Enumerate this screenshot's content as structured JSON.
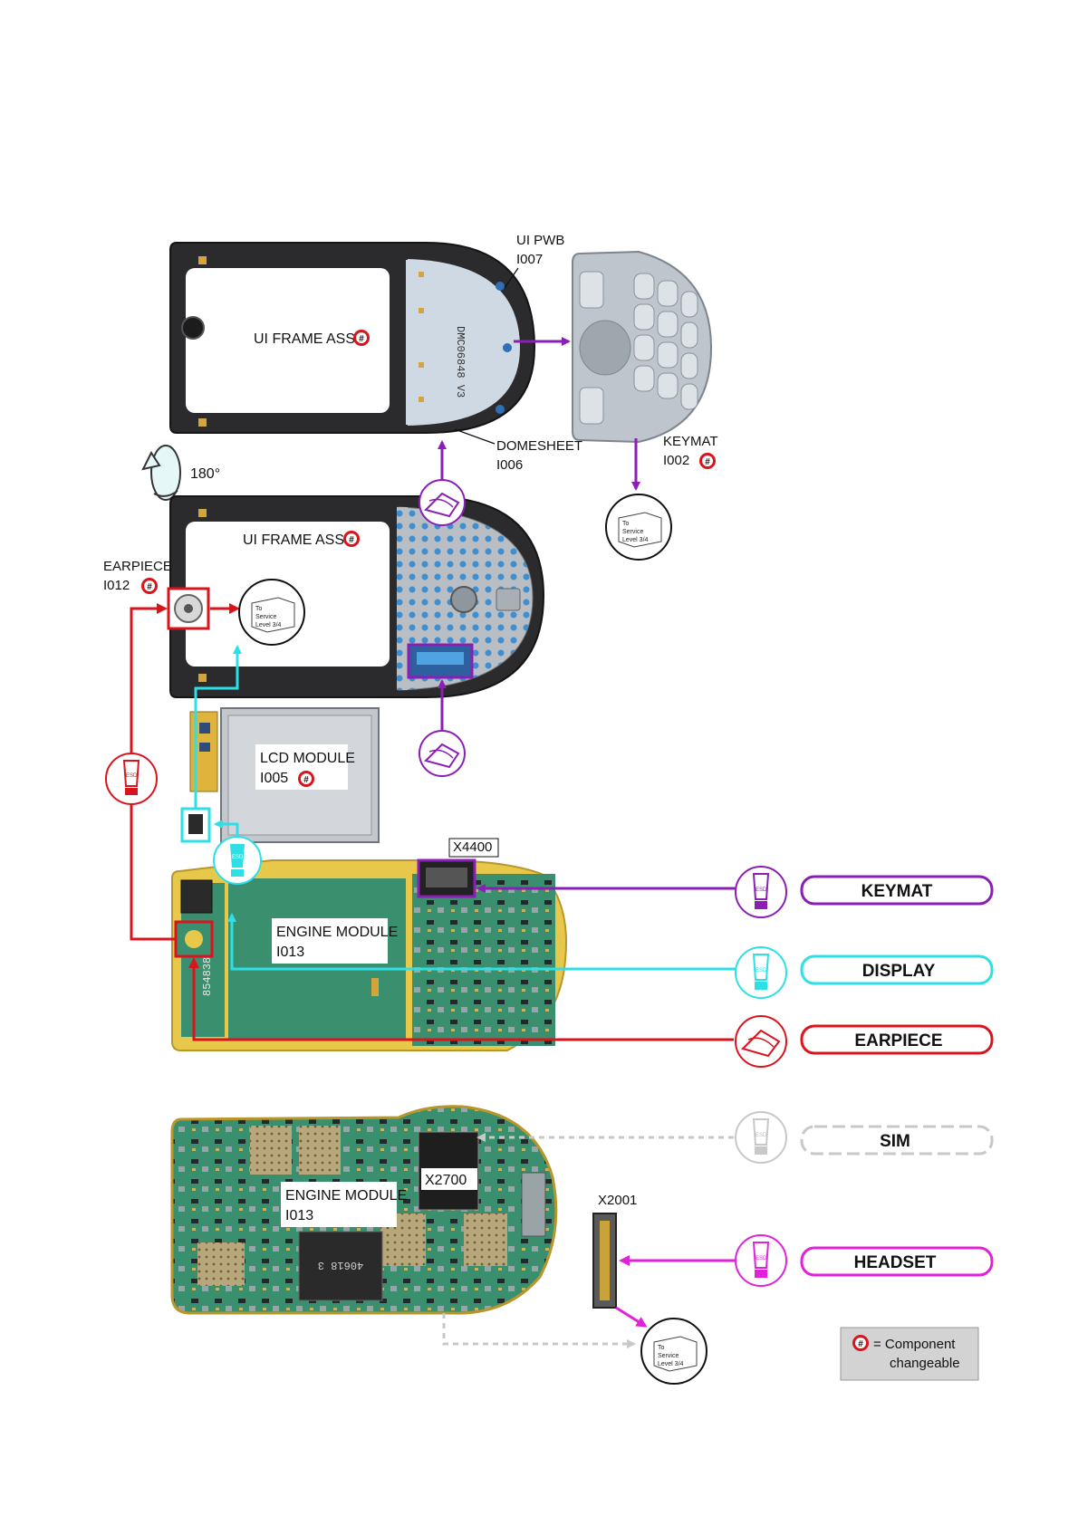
{
  "labels": {
    "ui_pwb": "UI PWB",
    "ui_pwb_code": "I007",
    "ui_frame_top": "UI FRAME ASSY",
    "domesheet": "DOMESHEET",
    "domesheet_code": "I006",
    "keymat": "KEYMAT",
    "keymat_code": "I002",
    "rotation": "180°",
    "ui_frame_mid": "UI FRAME ASSY",
    "earpiece": "EARPIECE",
    "earpiece_code": "I012",
    "lcd_module": "LCD MODULE",
    "lcd_module_code": "I005",
    "x4400": "X4400",
    "engine_module_1": "ENGINE MODULE",
    "engine_module_1_code": "I013",
    "engine_module_2": "ENGINE MODULE",
    "engine_module_2_code": "I013",
    "x2700": "X2700",
    "x2001": "X2001",
    "pwb_print": "DMC06848 V3",
    "engine_print": "854838",
    "engine2_print": "40618 3"
  },
  "connectors": [
    {
      "label": "KEYMAT",
      "color": "#8b1fb5",
      "icon": "esd-brush-icon"
    },
    {
      "label": "DISPLAY",
      "color": "#2ee0e6",
      "icon": "esd-brush-icon"
    },
    {
      "label": "EARPIECE",
      "color": "#d9141d",
      "icon": "manual-book-icon"
    },
    {
      "label": "SIM",
      "color": "#c8c8c8",
      "icon": "esd-brush-icon"
    },
    {
      "label": "HEADSET",
      "color": "#e022d8",
      "icon": "esd-brush-icon"
    }
  ],
  "service_box": {
    "line1": "To",
    "line2": "Service",
    "line3": "Level 3/4"
  },
  "esd_text": "ESD",
  "badge_symbol": "#",
  "legend": {
    "symbol": "#",
    "line1": "= Component",
    "line2": "changeable"
  },
  "colors": {
    "purple": "#8b1fb5",
    "cyan": "#2ee0e6",
    "red": "#d9141d",
    "magenta": "#e022d8",
    "grey": "#c8c8c8",
    "pcb_green": "#3a8f6e",
    "pcb_gold": "#e8c84a"
  }
}
